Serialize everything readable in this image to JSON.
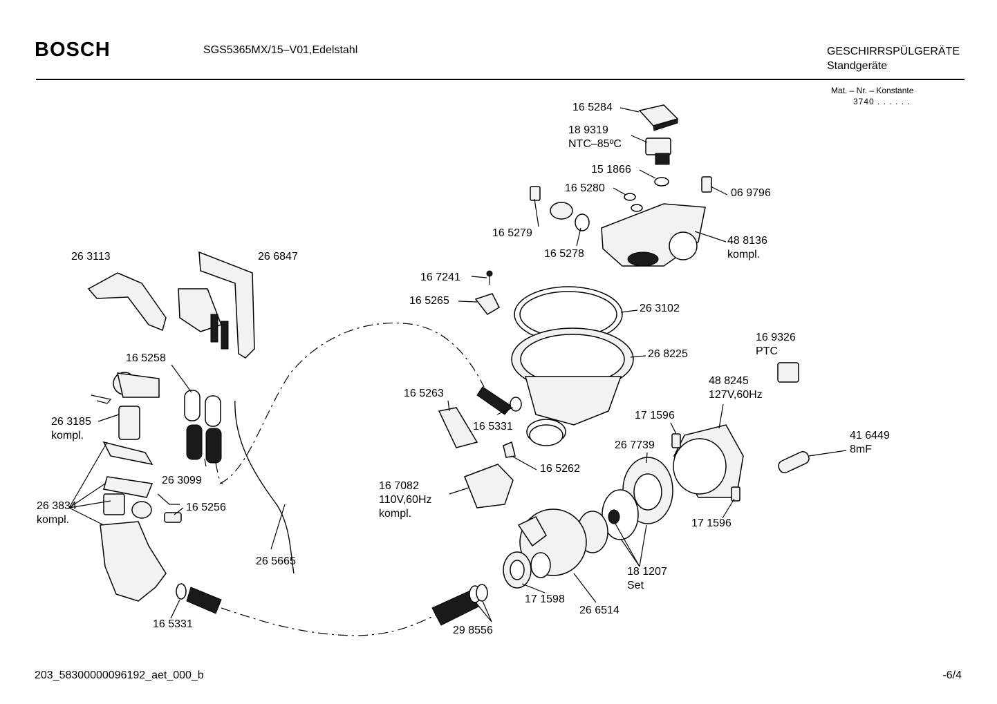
{
  "header": {
    "brand": "BOSCH",
    "model": "SGS5365MX/15–V01,Edelstahl",
    "category_line1": "GESCHIRRSPÜLGERÄTE",
    "category_line2": "Standgeräte",
    "mat_label": "Mat. – Nr. – Konstante",
    "mat_value": "3740 .  .    .  .  .  ."
  },
  "parts": [
    {
      "id": "p1",
      "line1": "16 5284"
    },
    {
      "id": "p2",
      "line1": "18 9319",
      "line2": "NTC–85ºC"
    },
    {
      "id": "p3",
      "line1": "15 1866"
    },
    {
      "id": "p4",
      "line1": "16 5280"
    },
    {
      "id": "p5",
      "line1": "06 9796"
    },
    {
      "id": "p6",
      "line1": "16 5279"
    },
    {
      "id": "p7",
      "line1": "16 5278"
    },
    {
      "id": "p8",
      "line1": "48 8136",
      "line2": "kompl."
    },
    {
      "id": "p9",
      "line1": "26 3113"
    },
    {
      "id": "p10",
      "line1": "26 6847"
    },
    {
      "id": "p11",
      "line1": "16 7241"
    },
    {
      "id": "p12",
      "line1": "16 5265"
    },
    {
      "id": "p13",
      "line1": "26 3102"
    },
    {
      "id": "p14",
      "line1": "26 8225"
    },
    {
      "id": "p15",
      "line1": "16 9326",
      "line2": "PTC"
    },
    {
      "id": "p16",
      "line1": "16 5258"
    },
    {
      "id": "p17",
      "line1": "48 8245",
      "line2": "127V,60Hz"
    },
    {
      "id": "p18",
      "line1": "16 5263"
    },
    {
      "id": "p19",
      "line1": "16 5331"
    },
    {
      "id": "p20",
      "line1": "17 1596"
    },
    {
      "id": "p21",
      "line1": "26 3185",
      "line2": "kompl."
    },
    {
      "id": "p22",
      "line1": "41 6449",
      "line2": "8mF"
    },
    {
      "id": "p23",
      "line1": "26 7739"
    },
    {
      "id": "p24",
      "line1": "16 5262"
    },
    {
      "id": "p25",
      "line1": "26 3099"
    },
    {
      "id": "p26",
      "line1": "16 7082",
      "line2": "110V,60Hz",
      "line3": "kompl."
    },
    {
      "id": "p27",
      "line1": "26 3834",
      "line2": "kompl."
    },
    {
      "id": "p28",
      "line1": "16 5256"
    },
    {
      "id": "p29",
      "line1": "17 1596"
    },
    {
      "id": "p30",
      "line1": "26 5665"
    },
    {
      "id": "p31",
      "line1": "18 1207",
      "line2": "Set"
    },
    {
      "id": "p32",
      "line1": "17 1598"
    },
    {
      "id": "p33",
      "line1": "26 6514"
    },
    {
      "id": "p34",
      "line1": "16 5331"
    },
    {
      "id": "p35",
      "line1": "29 8556"
    }
  ],
  "footer": {
    "doc_id": "203_58300000096192_aet_000_b",
    "page": "-6/4"
  }
}
